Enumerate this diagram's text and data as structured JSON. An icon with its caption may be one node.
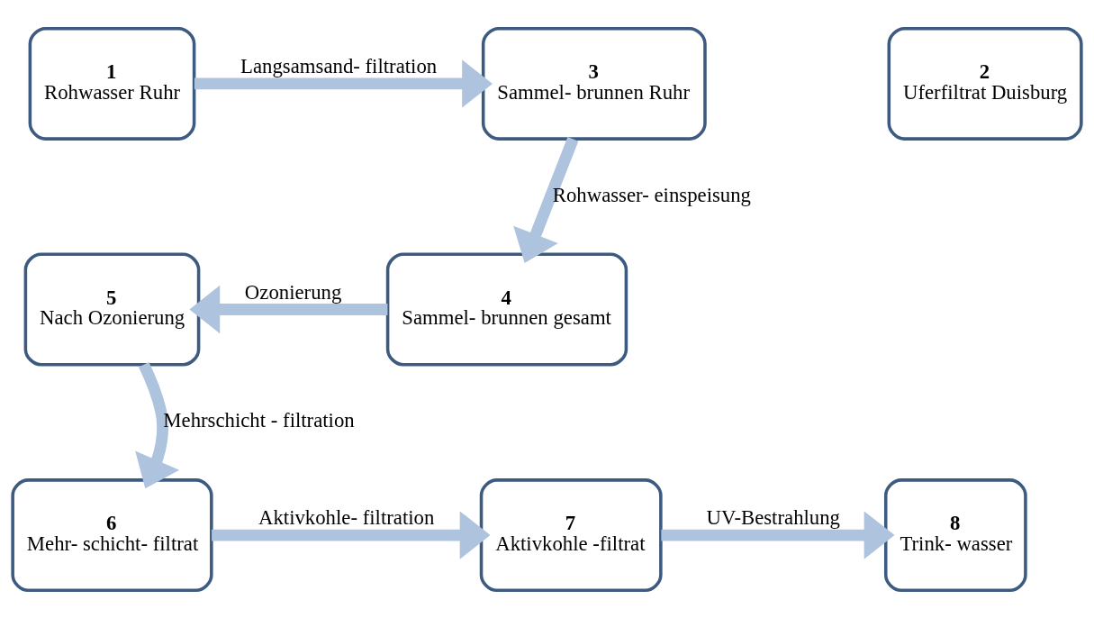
{
  "diagram": {
    "nodes": [
      {
        "text": [
          "1",
          "Rohwasser Ruhr"
        ]
      },
      {
        "text": [
          "3",
          "Sammel- brunnen Ruhr"
        ]
      },
      {
        "text": [
          "2",
          "Uferfiltrat Duisburg"
        ]
      },
      {
        "text": [
          "5",
          "Nach Ozonierung"
        ]
      },
      {
        "text": [
          "4",
          "Sammel- brunnen gesamt"
        ]
      },
      {
        "text": [
          "6",
          "Mehr- schicht- filtrat"
        ]
      },
      {
        "text": [
          "7",
          "Aktivkohle -filtrat"
        ]
      },
      {
        "text": [
          "8",
          "Trink- wasser"
        ]
      }
    ],
    "edges": [
      {
        "from": 0,
        "to": 1,
        "arrow": "to",
        "label": "Langsamsand- filtration"
      },
      {
        "from": 1,
        "to": 4,
        "arrow": "to",
        "label": "Rohwasser- einspeisung"
      },
      {
        "from": 4,
        "to": 3,
        "arrow": "to",
        "label": "Ozonierung"
      },
      {
        "from": 3,
        "to": 5,
        "arrow": "to",
        "label": "Mehrschicht - filtration"
      },
      {
        "from": 5,
        "to": 6,
        "arrow": "to",
        "label": "Aktivkohle- filtration"
      },
      {
        "from": 6,
        "to": 7,
        "arrow": "to",
        "label": "UV-Bestrahlung"
      }
    ]
  }
}
